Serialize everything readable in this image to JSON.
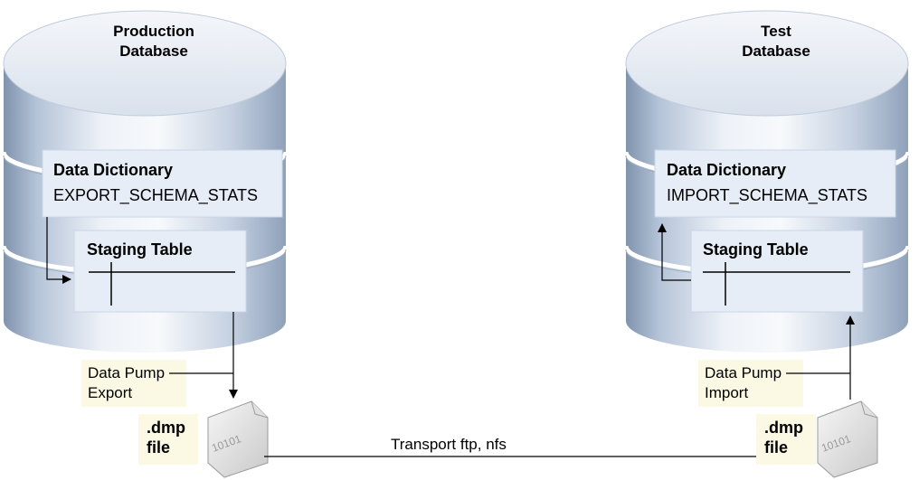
{
  "production": {
    "title_line1": "Production",
    "title_line2": "Database",
    "dictionary_title": "Data Dictionary",
    "dictionary_proc": "EXPORT_SCHEMA_STATS",
    "staging_title": "Staging Table",
    "pump_line1": "Data Pump",
    "pump_line2": "Export",
    "file_line1": ".dmp",
    "file_line2": "file",
    "file_binary": "10101"
  },
  "test": {
    "title_line1": "Test",
    "title_line2": "Database",
    "dictionary_title": "Data Dictionary",
    "dictionary_proc": "IMPORT_SCHEMA_STATS",
    "staging_title": "Staging Table",
    "pump_line1": "Data Pump",
    "pump_line2": "Import",
    "file_line1": ".dmp",
    "file_line2": "file",
    "file_binary": "10101"
  },
  "transport_label": "Transport ftp, nfs",
  "colors": {
    "cylinder_light": "#eef2f8",
    "cylinder_mid": "#c8d4e4",
    "cylinder_dark": "#8a9cb5",
    "panel_fill": "#e8eef8",
    "label_fill": "#fbf8e3",
    "line": "#000000"
  }
}
